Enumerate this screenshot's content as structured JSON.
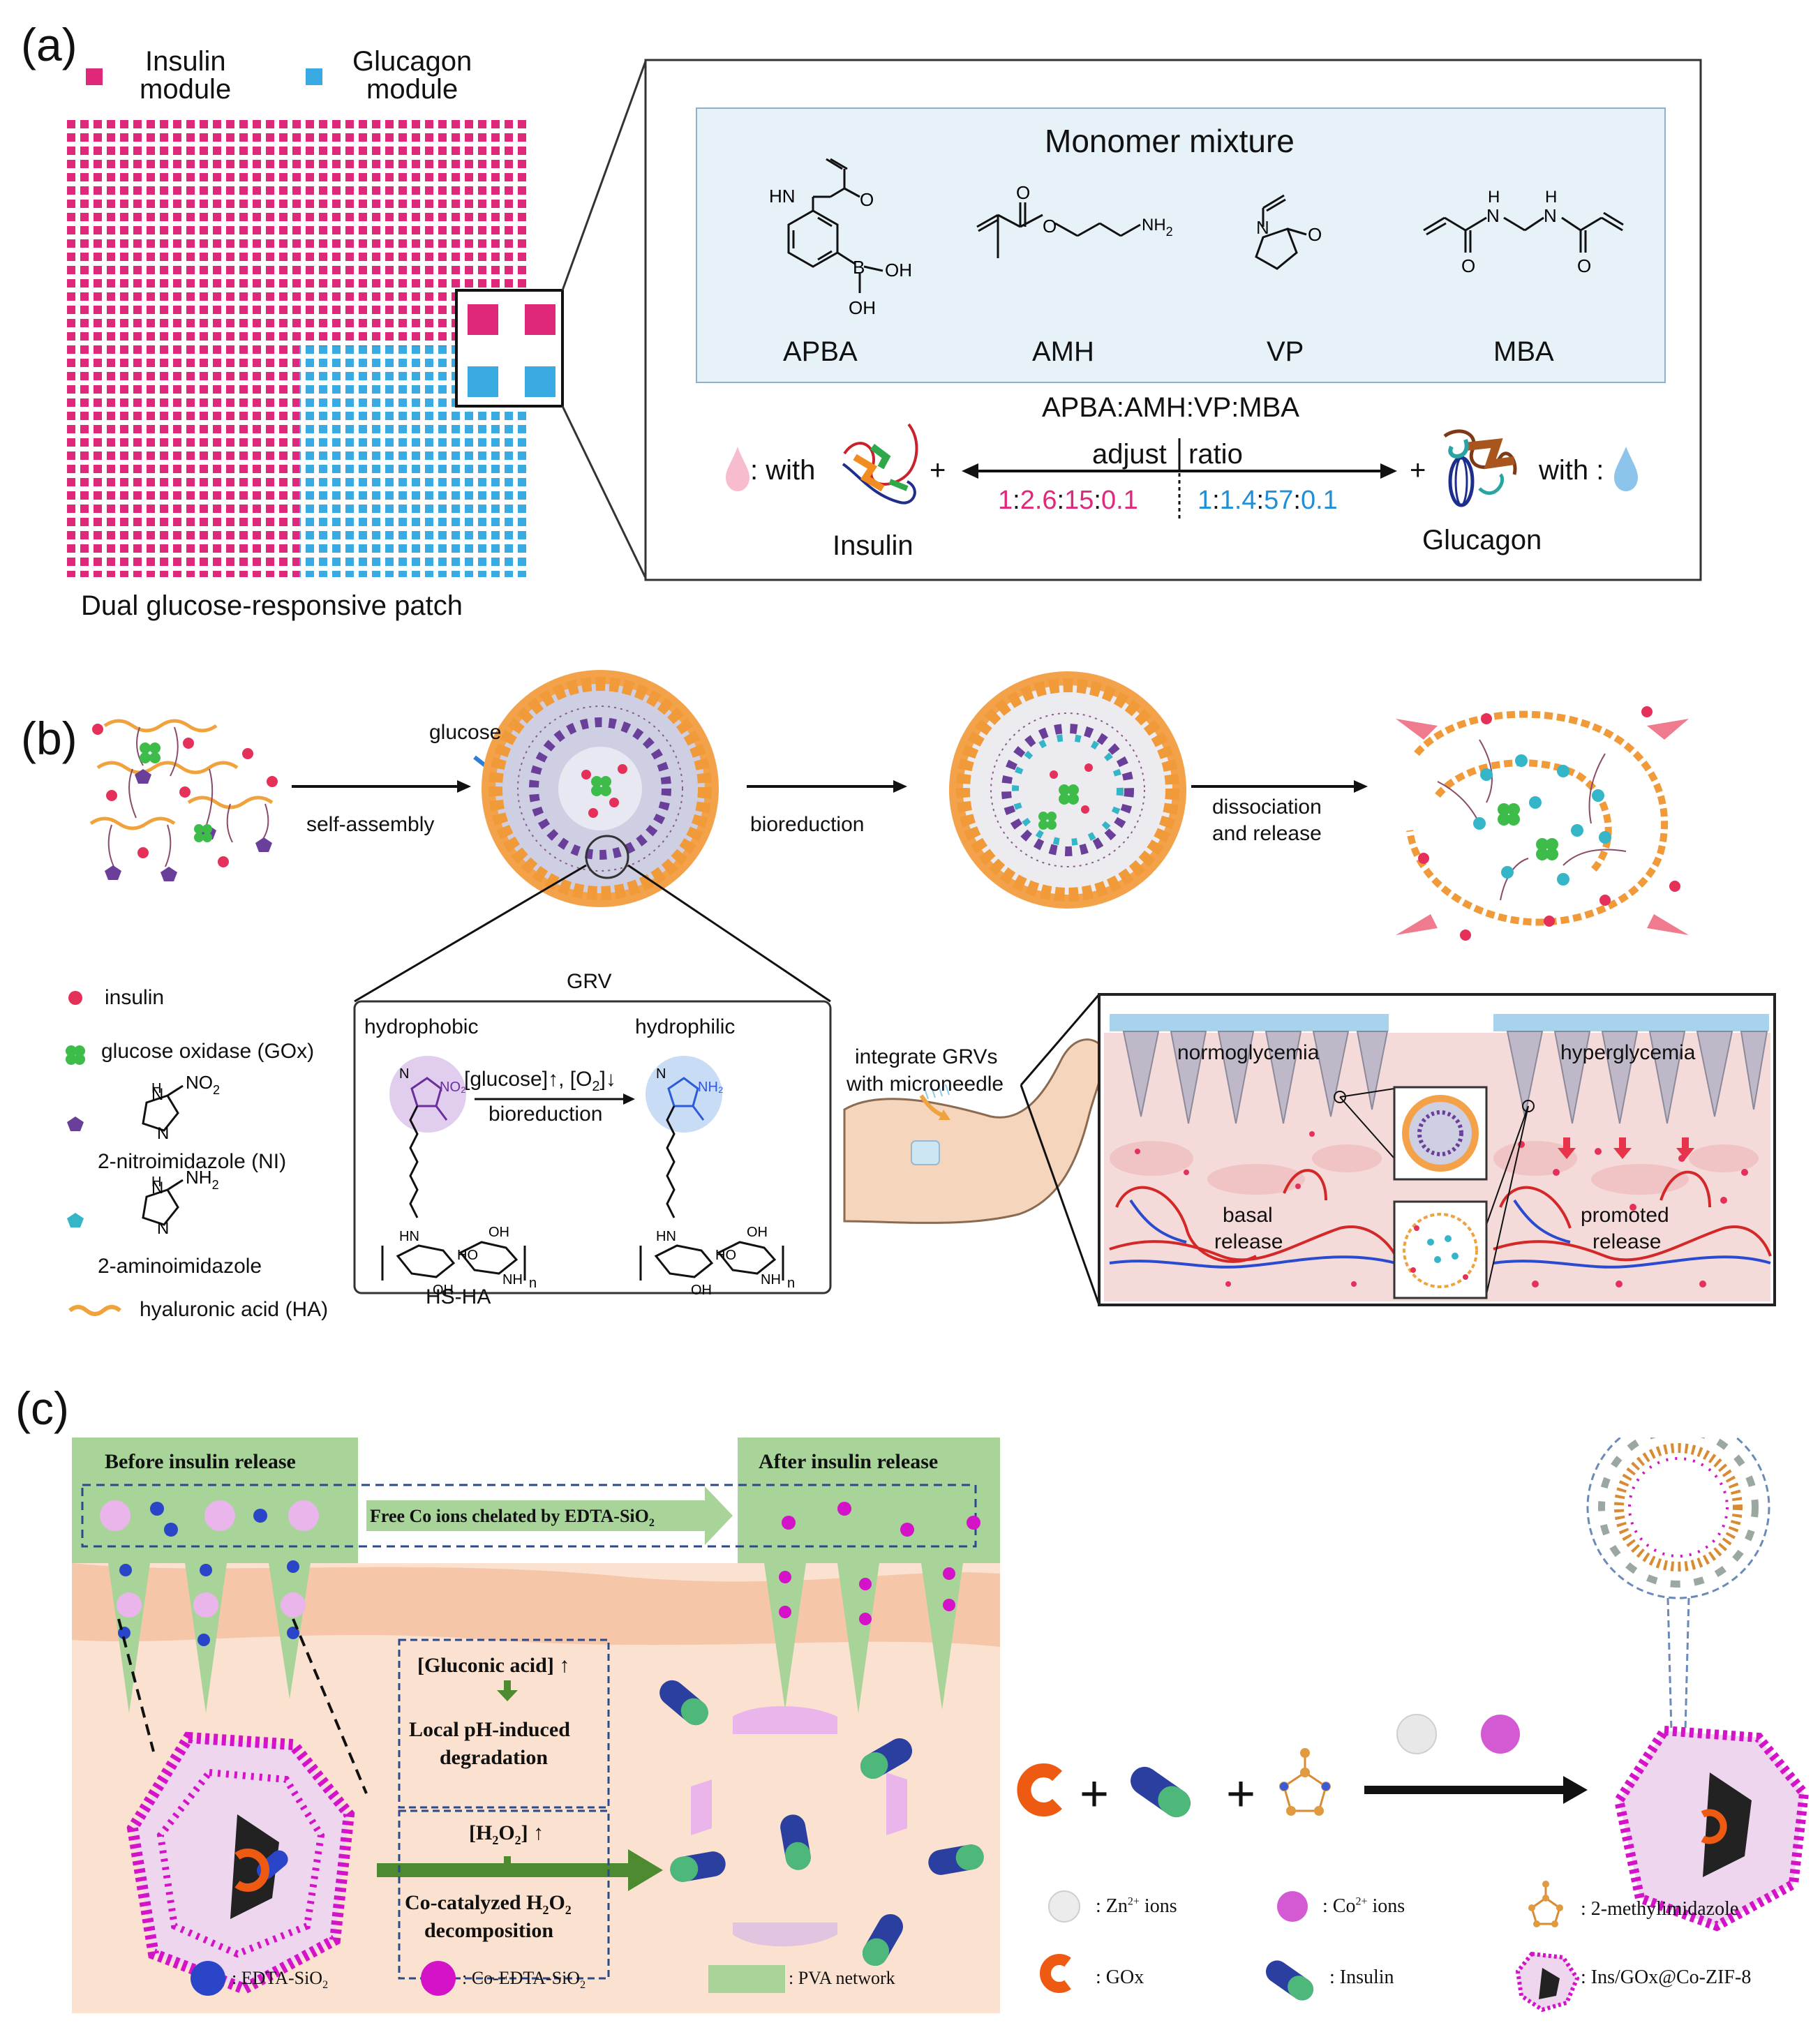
{
  "panels": {
    "a": "(a)",
    "b": "(b)",
    "c": "(c)"
  },
  "a": {
    "legend_insulin": [
      "Insulin",
      "module"
    ],
    "legend_glucagon": [
      "Glucagon",
      "module"
    ],
    "patch_caption": "Dual glucose-responsive patch",
    "monomer_title": "Monomer mixture",
    "monomers": [
      "APBA",
      "AMH",
      "VP",
      "MBA"
    ],
    "ratio_title": "APBA:AMH:VP:MBA",
    "adjust": "adjust",
    "ratio": "ratio",
    "with_left": ": with",
    "with_right": "with :",
    "plus": "+",
    "insulin_ratio": [
      {
        "t": "1",
        "c": "#e0287a"
      },
      {
        "t": ":",
        "c": "#111"
      },
      {
        "t": "2.6",
        "c": "#e0287a"
      },
      {
        "t": ":",
        "c": "#111"
      },
      {
        "t": "15",
        "c": "#e0287a"
      },
      {
        "t": ":",
        "c": "#111"
      },
      {
        "t": "0.1",
        "c": "#e0287a"
      }
    ],
    "glucagon_ratio": [
      {
        "t": "1",
        "c": "#1f8fd6"
      },
      {
        "t": ":",
        "c": "#111"
      },
      {
        "t": "1.4",
        "c": "#1f8fd6"
      },
      {
        "t": ":",
        "c": "#111"
      },
      {
        "t": "57",
        "c": "#1f8fd6"
      },
      {
        "t": ":",
        "c": "#111"
      },
      {
        "t": "0.1",
        "c": "#1f8fd6"
      }
    ],
    "insulin": "Insulin",
    "glucagon": "Glucagon",
    "atoms": {
      "HN": "HN",
      "B": "B",
      "OH": "OH",
      "O": "O",
      "NH2": "NH",
      "sub2": "2",
      "N": "N",
      "H": "H"
    },
    "colors": {
      "insulin_module": "#e0287a",
      "glucagon_module": "#3aabe2"
    }
  },
  "b": {
    "glucose": "glucose",
    "self_assembly": "self-assembly",
    "bioreduction": "bioreduction",
    "dissociation": [
      "dissociation",
      "and release"
    ],
    "grv": "GRV",
    "legend": [
      "insulin",
      "glucose oxidase (GOx)",
      "2-nitroimidazole (NI)",
      "2-aminoimidazole",
      "hyaluronic acid (HA)"
    ],
    "legend_atoms": {
      "NO2": "NO",
      "NH2": "NH",
      "sub2": "2",
      "N": "N",
      "H": "H"
    },
    "hydrophobic": "hydrophobic",
    "hydrophilic": "hydrophilic",
    "condition": "[glucose]↑, [O",
    "condition_sub": "2",
    "condition_end": "]↓",
    "bioreduction2": "bioreduction",
    "hsha": "HS-HA",
    "struct_atoms": {
      "NO2": "NO₂",
      "NH2": "NH₂",
      "N": "N",
      "HN": "HN",
      "O": "O",
      "OH": "OH",
      "HO": "HO",
      "NH": "NH",
      "n": "n"
    },
    "integrate": [
      "integrate GRVs",
      "with microneedle"
    ],
    "normoglycemia": "normoglycemia",
    "hyperglycemia": "hyperglycemia",
    "basal": [
      "basal",
      "release"
    ],
    "promoted": [
      "promoted",
      "release"
    ]
  },
  "c": {
    "before": "Before insulin release",
    "after": "After insulin release",
    "free_co": "Free Co ions chelated by EDTA-SiO",
    "free_co_sub": "2",
    "gluconic": "[Gluconic acid]",
    "local_ph": [
      "Local pH-induced",
      "degradation"
    ],
    "h2o2": "[H",
    "h2o2_mid": "2",
    "h2o2_o": "O",
    "h2o2_end": "]",
    "co_cat": [
      "Co-catalyzed H",
      "2",
      "O",
      "2"
    ],
    "decomposition": "decomposition",
    "up": "↑",
    "down": "↓",
    "plus": "+",
    "legend_left": [
      {
        "text": ": EDTA-SiO",
        "sub": "2"
      },
      {
        "text": ": Co-EDTA-SiO",
        "sub": "2"
      },
      {
        "text": ": PVA network",
        "sub": ""
      }
    ],
    "legend_right": [
      {
        "text": ": Zn",
        "sup": "2+",
        "tail": " ions"
      },
      {
        "text": ": Co",
        "sup": "2+",
        "tail": " ions"
      },
      {
        "text": ": 2-methylimidazole",
        "sup": "",
        "tail": ""
      },
      {
        "text": ": GOx",
        "sup": "",
        "tail": ""
      },
      {
        "text": ": Insulin",
        "sup": "",
        "tail": ""
      },
      {
        "text": ": Ins/GOx@Co-ZIF-8",
        "sup": "",
        "tail": ""
      }
    ],
    "colors": {
      "edta": "#2a45c8",
      "co_edta": "#d412c8",
      "pva": "#9fd18a",
      "gox": "#ef5a12",
      "skin": "#fbe1cf"
    }
  }
}
